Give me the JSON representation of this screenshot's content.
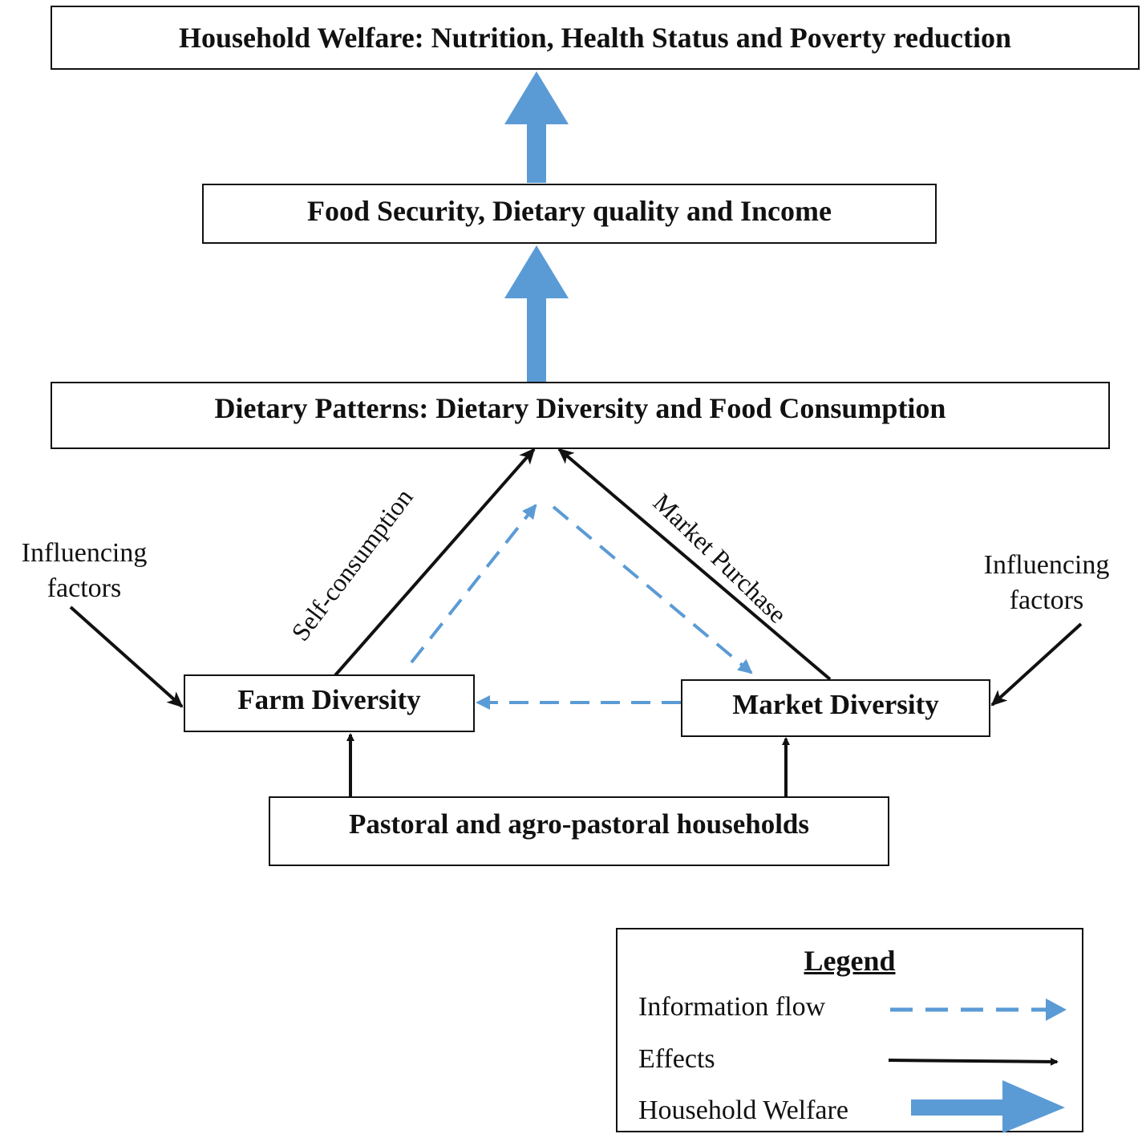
{
  "boxes": {
    "household_welfare": "Household Welfare: Nutrition, Health Status and Poverty reduction",
    "food_security": "Food Security, Dietary quality and Income",
    "dietary_patterns": "Dietary Patterns: Dietary Diversity and Food Consumption",
    "farm_diversity": "Farm Diversity",
    "market_diversity": "Market Diversity",
    "households": "Pastoral and agro-pastoral households"
  },
  "labels": {
    "influencing_left": "Influencing factors",
    "influencing_right": "Influencing factors",
    "self_consumption": "Self-consumption",
    "market_purchase": "Market Purchase"
  },
  "legend": {
    "title": "Legend",
    "information_flow": "Information flow",
    "effects": "Effects",
    "household_welfare": "Household Welfare"
  },
  "colors": {
    "information_flow": "#5b9bd5",
    "effects": "#111111",
    "household_welfare": "#5b9bd5"
  }
}
